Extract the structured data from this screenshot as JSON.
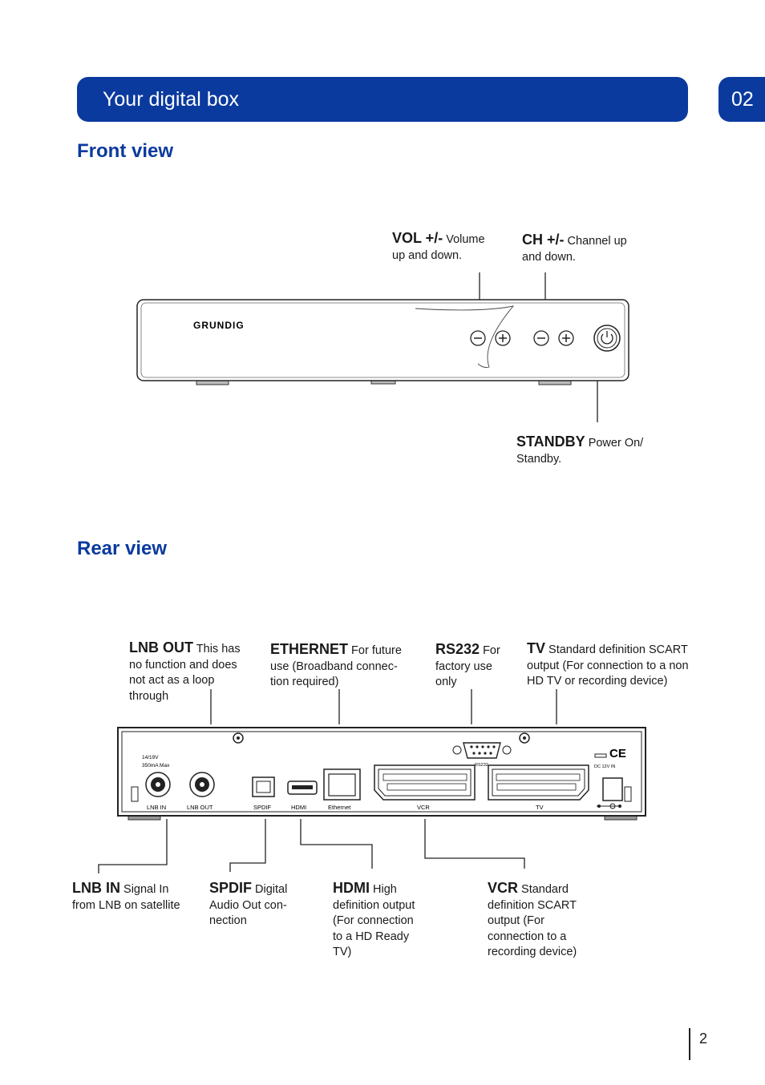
{
  "header": {
    "title": "Your digital box",
    "chapter": "02"
  },
  "front": {
    "heading": "Front view",
    "brand": "GRUNDIG",
    "vol": {
      "term": "VOL +/-",
      "desc": " Volume up and down."
    },
    "ch": {
      "term": "CH +/-",
      "desc": " Channel up and down."
    },
    "standby": {
      "term": "STANDBY",
      "desc": " Power On/ Standby."
    }
  },
  "rear": {
    "heading": "Rear view",
    "panel": {
      "power_rating": "14/19V",
      "power_max": "350mA Max",
      "lnb_in": "LNB IN",
      "lnb_out": "LNB OUT",
      "spdif": "SPDIF",
      "hdmi": "HDMI",
      "ethernet": "Ethernet",
      "vcr": "VCR",
      "tv": "TV",
      "rs232": "RS232",
      "dc": "DC 12V  IN",
      "ce": "CE"
    },
    "lnb_out": {
      "term": "LNB OUT",
      "desc": " This has no function and does not act as a loop through"
    },
    "ethernet": {
      "term": "ETHERNET",
      "desc": " For future use (Broadband connec- tion required)"
    },
    "rs232": {
      "term": "RS232",
      "desc": " For factory use only"
    },
    "tv": {
      "term": "TV",
      "desc": " Standard definition SCART output (For connection to a non HD TV or recording device)"
    },
    "lnb_in": {
      "term": "LNB IN",
      "desc": " Signal In from LNB on satellite"
    },
    "spdif": {
      "term": "SPDIF",
      "desc": " Digital Audio Out con- nection"
    },
    "hdmi": {
      "term": "HDMI",
      "desc": " High definition output (For connection to a HD Ready TV)"
    },
    "vcr": {
      "term": "VCR",
      "desc": " Standard definition  SCART output (For connection to a recording device)"
    }
  },
  "footer": {
    "page": "2"
  },
  "colors": {
    "brand_blue": "#0b3a9e"
  }
}
